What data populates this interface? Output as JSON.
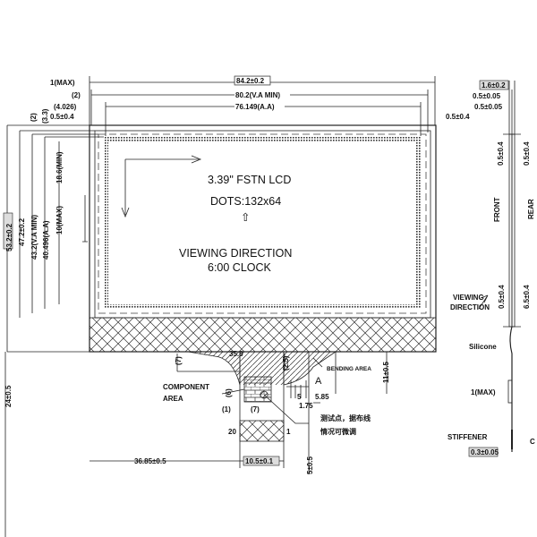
{
  "title": "3.39\" FSTN LCD",
  "dots": "DOTS:132x64",
  "viewing": {
    "line1": "VIEWING DIRECTION",
    "line2": "6:00 CLOCK",
    "arrow": "⇧"
  },
  "top_dims": {
    "max1": "1(MAX)",
    "d2": "(2)",
    "d4026": "(4.026)",
    "r2": "(2)",
    "r33": "(3.3)",
    "tol_left": "0.5±0.4",
    "outline": "84.2±0.2",
    "va": "80.2(V.A MIN)",
    "aa": "76.149(A.A)",
    "tol_right": "0.5±0.4"
  },
  "left_dims": {
    "height": "53.2±0.2",
    "glass": "47.2±0.2",
    "va": "43.2(V.A MIN)",
    "aa": "40.496(A.A)",
    "min": "18.6(MIN)",
    "max": "10(MAX)",
    "total": "24±0.5"
  },
  "fpc": {
    "width_top": "35.8",
    "d7a": "(7)",
    "d25": "(2.5)",
    "bending": "BENDING AREA",
    "d11": "11±0.5",
    "detail": "A",
    "component1": "COMPONENT",
    "component2": "AREA",
    "d6": "(6)",
    "d5": "5",
    "d585": "5.85",
    "d175": "1.75",
    "d1": "(1)",
    "d7b": "(7)",
    "note1": "测试点，据布线",
    "note2": "情况可微调",
    "pin20": "20",
    "pin1": "1",
    "offset": "36.85±0.5",
    "width": "10.5±0.1",
    "tail": "5±0.5"
  },
  "side": {
    "thick": "1.6±0.2",
    "t1": "0.5±0.05",
    "t2": "0.5±0.05",
    "front_tol": "0.5±0.4",
    "rear_tol": "0.5±0.4",
    "front": "FRONT",
    "rear": "REAR",
    "view1": "VIEWING",
    "view2": "DIRECTION",
    "front_tol2": "0.5±0.4",
    "rear_tol2": "6.5±0.4",
    "silicone": "Silicone",
    "max": "1(MAX)",
    "stiffener": "STIFFENER",
    "c": "C",
    "fpc_t": "0.3±0.05"
  }
}
